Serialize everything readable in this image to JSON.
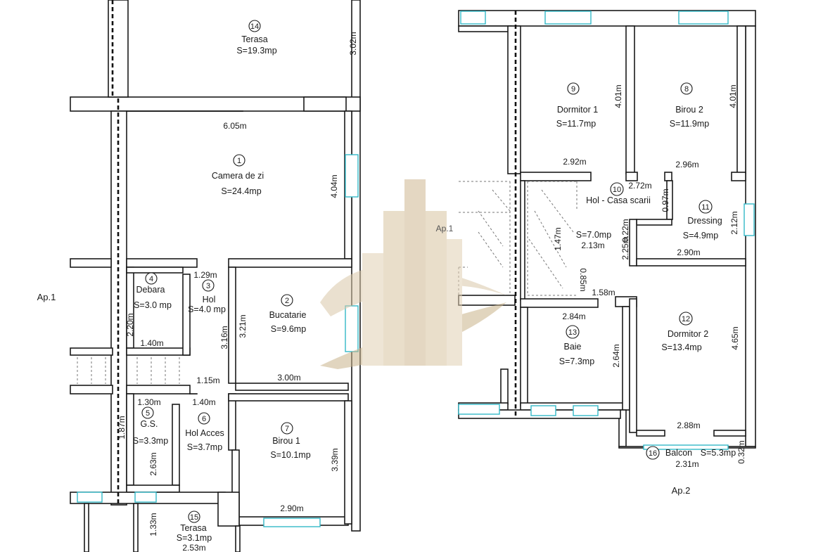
{
  "apartments": {
    "left": "Ap.1",
    "right": "Ap.2",
    "watermark": "Ap.1"
  },
  "rooms": {
    "r1": {
      "num": "1",
      "name": "Camera de zi",
      "area": "S=24.4mp"
    },
    "r2": {
      "num": "2",
      "name": "Bucatarie",
      "area": "S=9.6mp"
    },
    "r3": {
      "num": "3",
      "name": "Hol",
      "area": "S=4.0 mp"
    },
    "r4": {
      "num": "4",
      "name": "Debara",
      "area": "S=3.0 mp"
    },
    "r5": {
      "num": "5",
      "name": "G.S.",
      "area": "S=3.3mp"
    },
    "r6": {
      "num": "6",
      "name": "Hol Acces",
      "area": "S=3.7mp"
    },
    "r7": {
      "num": "7",
      "name": "Birou 1",
      "area": "S=10.1mp"
    },
    "r8": {
      "num": "8",
      "name": "Birou 2",
      "area": "S=11.9mp"
    },
    "r9": {
      "num": "9",
      "name": "Dormitor 1",
      "area": "S=11.7mp"
    },
    "r10": {
      "num": "10",
      "name": "Hol - Casa scarii",
      "area": "S=7.0mp"
    },
    "r11": {
      "num": "11",
      "name": "Dressing",
      "area": "S=4.9mp"
    },
    "r12": {
      "num": "12",
      "name": "Dormitor 2",
      "area": "S=13.4mp"
    },
    "r13": {
      "num": "13",
      "name": "Baie",
      "area": "S=7.3mp"
    },
    "r14": {
      "num": "14",
      "name": "Terasa",
      "area": "S=19.3mp"
    },
    "r15": {
      "num": "15",
      "name": "Terasa",
      "area": "S=3.1mp"
    },
    "r16": {
      "num": "16",
      "name": "Balcon",
      "area": "S=5.3mp"
    }
  },
  "dims": {
    "d_605": "6.05m",
    "d_404": "4.04m",
    "d_302": "3.02m",
    "d_129": "1.29m",
    "d_220": "2.20m",
    "d_140a": "1.40m",
    "d_321": "3.21m",
    "d_316": "3.16m",
    "d_300": "3.00m",
    "d_115": "1.15m",
    "d_140b": "1.40m",
    "d_130": "1.30m",
    "d_187": "1.87m",
    "d_263": "2.63m",
    "d_339": "3.39m",
    "d_290a": "2.90m",
    "d_133": "1.33m",
    "d_253": "2.53m",
    "d_401a": "4.01m",
    "d_401b": "4.01m",
    "d_292": "2.92m",
    "d_296": "2.96m",
    "d_272": "2.72m",
    "d_097": "0.97m",
    "d_212": "2.12m",
    "d_213": "2.13m",
    "d_147": "1.47m",
    "d_225": "2.25m",
    "d_022": "0.22m",
    "d_290b": "2.90m",
    "d_085": "0.85m",
    "d_158": "1.58m",
    "d_284": "2.84m",
    "d_264": "2.64m",
    "d_465": "4.65m",
    "d_288": "2.88m",
    "d_231": "2.31m",
    "d_032": "0.32m"
  }
}
